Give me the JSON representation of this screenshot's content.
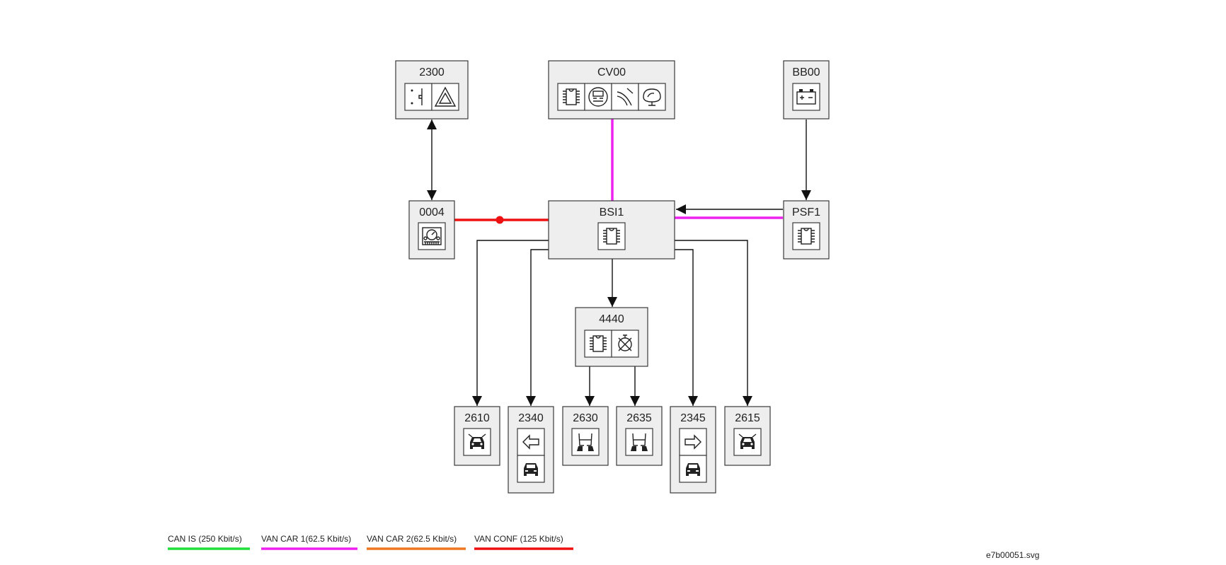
{
  "nodes": {
    "n2300": {
      "label": "2300"
    },
    "cv00": {
      "label": "CV00"
    },
    "bb00": {
      "label": "BB00"
    },
    "n0004": {
      "label": "0004"
    },
    "bsi1": {
      "label": "BSI1"
    },
    "psf1": {
      "label": "PSF1"
    },
    "n4440": {
      "label": "4440"
    },
    "n2610": {
      "label": "2610"
    },
    "n2340": {
      "label": "2340"
    },
    "n2630": {
      "label": "2630"
    },
    "n2635": {
      "label": "2635"
    },
    "n2345": {
      "label": "2345"
    },
    "n2615": {
      "label": "2615"
    }
  },
  "legend": {
    "can_is": {
      "label": "CAN IS (250 Kbit/s)",
      "color": "#22e03a"
    },
    "van_car1": {
      "label": "VAN CAR 1(62.5 Kbit/s)",
      "color": "#ee22ee"
    },
    "van_car2": {
      "label": "VAN CAR 2(62.5 Kbit/s)",
      "color": "#ee7722"
    },
    "van_conf": {
      "label": "VAN CONF (125 Kbit/s)",
      "color": "#ee1111"
    }
  },
  "file_name": "e7b00051.svg"
}
